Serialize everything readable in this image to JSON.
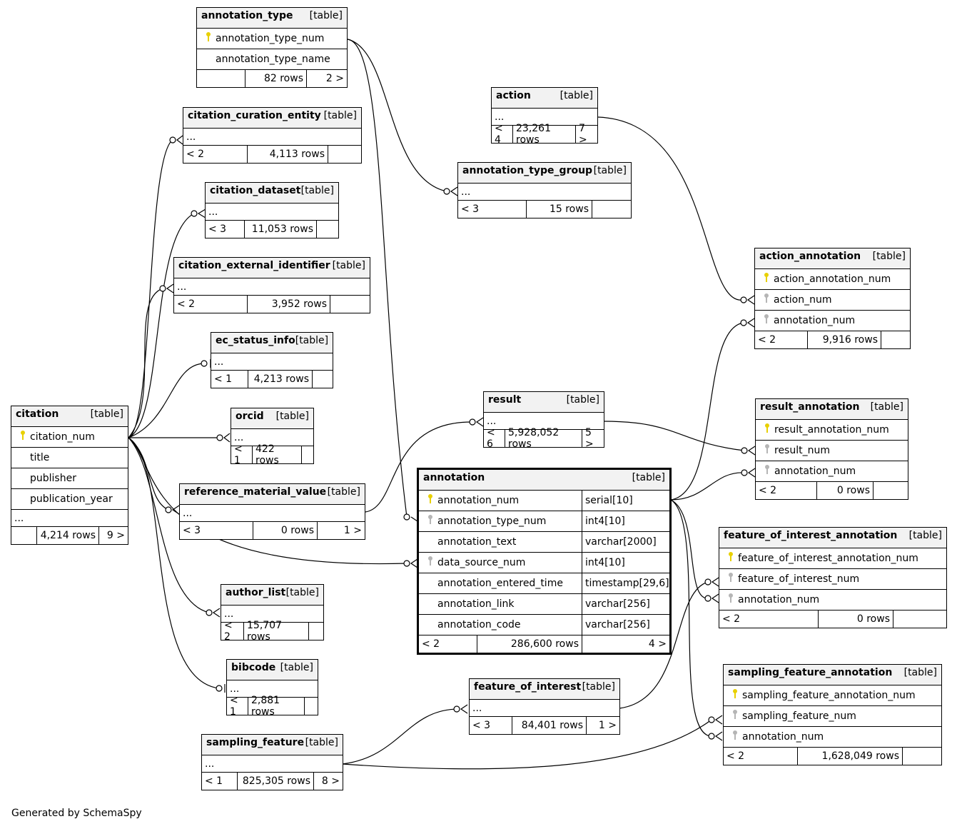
{
  "credit": "Generated by SchemaSpy",
  "type_label": "[table]",
  "ellipsis": "...",
  "tables": {
    "annotation_type": {
      "name": "annotation_type",
      "parents": "",
      "rows": "82 rows",
      "children": "2 >",
      "columns": [
        {
          "name": "annotation_type_num",
          "key": "pk"
        },
        {
          "name": "annotation_type_name",
          "key": ""
        }
      ]
    },
    "citation_curation_entity": {
      "name": "citation_curation_entity",
      "parents": "< 2",
      "rows": "4,113 rows",
      "children": ""
    },
    "citation_dataset": {
      "name": "citation_dataset",
      "parents": "< 3",
      "rows": "11,053 rows",
      "children": ""
    },
    "citation_external_identifier": {
      "name": "citation_external_identifier",
      "parents": "< 2",
      "rows": "3,952 rows",
      "children": ""
    },
    "ec_status_info": {
      "name": "ec_status_info",
      "parents": "< 1",
      "rows": "4,213 rows",
      "children": ""
    },
    "orcid": {
      "name": "orcid",
      "parents": "< 1",
      "rows": "422 rows",
      "children": ""
    },
    "reference_material_value": {
      "name": "reference_material_value",
      "parents": "< 3",
      "rows": "0 rows",
      "children": "1 >"
    },
    "author_list": {
      "name": "author_list",
      "parents": "< 2",
      "rows": "15,707 rows",
      "children": ""
    },
    "bibcode": {
      "name": "bibcode",
      "parents": "< 1",
      "rows": "2,881 rows",
      "children": ""
    },
    "sampling_feature": {
      "name": "sampling_feature",
      "parents": "< 1",
      "rows": "825,305 rows",
      "children": "8 >"
    },
    "citation": {
      "name": "citation",
      "parents": "",
      "rows": "4,214 rows",
      "children": "9 >",
      "columns": [
        {
          "name": "citation_num",
          "key": "pk"
        },
        {
          "name": "title",
          "key": ""
        },
        {
          "name": "publisher",
          "key": ""
        },
        {
          "name": "publication_year",
          "key": ""
        }
      ]
    },
    "action": {
      "name": "action",
      "parents": "< 4",
      "rows": "23,261 rows",
      "children": "7 >"
    },
    "annotation_type_group": {
      "name": "annotation_type_group",
      "parents": "< 3",
      "rows": "15 rows",
      "children": ""
    },
    "result": {
      "name": "result",
      "parents": "< 6",
      "rows": "5,928,052 rows",
      "children": "5 >"
    },
    "feature_of_interest": {
      "name": "feature_of_interest",
      "parents": "< 3",
      "rows": "84,401 rows",
      "children": "1 >"
    },
    "annotation": {
      "name": "annotation",
      "parents": "< 2",
      "rows": "286,600 rows",
      "children": "4 >",
      "columns": [
        {
          "name": "annotation_num",
          "type": "serial[10]",
          "key": "pk"
        },
        {
          "name": "annotation_type_num",
          "type": "int4[10]",
          "key": "fk"
        },
        {
          "name": "annotation_text",
          "type": "varchar[2000]",
          "key": ""
        },
        {
          "name": "data_source_num",
          "type": "int4[10]",
          "key": "fk"
        },
        {
          "name": "annotation_entered_time",
          "type": "timestamp[29,6]",
          "key": ""
        },
        {
          "name": "annotation_link",
          "type": "varchar[256]",
          "key": ""
        },
        {
          "name": "annotation_code",
          "type": "varchar[256]",
          "key": ""
        }
      ]
    },
    "action_annotation": {
      "name": "action_annotation",
      "parents": "< 2",
      "rows": "9,916 rows",
      "children": "",
      "columns": [
        {
          "name": "action_annotation_num",
          "key": "pk"
        },
        {
          "name": "action_num",
          "key": "fk"
        },
        {
          "name": "annotation_num",
          "key": "fk"
        }
      ]
    },
    "result_annotation": {
      "name": "result_annotation",
      "parents": "< 2",
      "rows": "0 rows",
      "children": "",
      "columns": [
        {
          "name": "result_annotation_num",
          "key": "pk"
        },
        {
          "name": "result_num",
          "key": "fk"
        },
        {
          "name": "annotation_num",
          "key": "fk"
        }
      ]
    },
    "feature_of_interest_annotation": {
      "name": "feature_of_interest_annotation",
      "parents": "< 2",
      "rows": "0 rows",
      "children": "",
      "columns": [
        {
          "name": "feature_of_interest_annotation_num",
          "key": "pk"
        },
        {
          "name": "feature_of_interest_num",
          "key": "fk"
        },
        {
          "name": "annotation_num",
          "key": "fk"
        }
      ]
    },
    "sampling_feature_annotation": {
      "name": "sampling_feature_annotation",
      "parents": "< 2",
      "rows": "1,628,049 rows",
      "children": "",
      "columns": [
        {
          "name": "sampling_feature_annotation_num",
          "key": "pk"
        },
        {
          "name": "sampling_feature_num",
          "key": "fk"
        },
        {
          "name": "annotation_num",
          "key": "fk"
        }
      ]
    }
  }
}
